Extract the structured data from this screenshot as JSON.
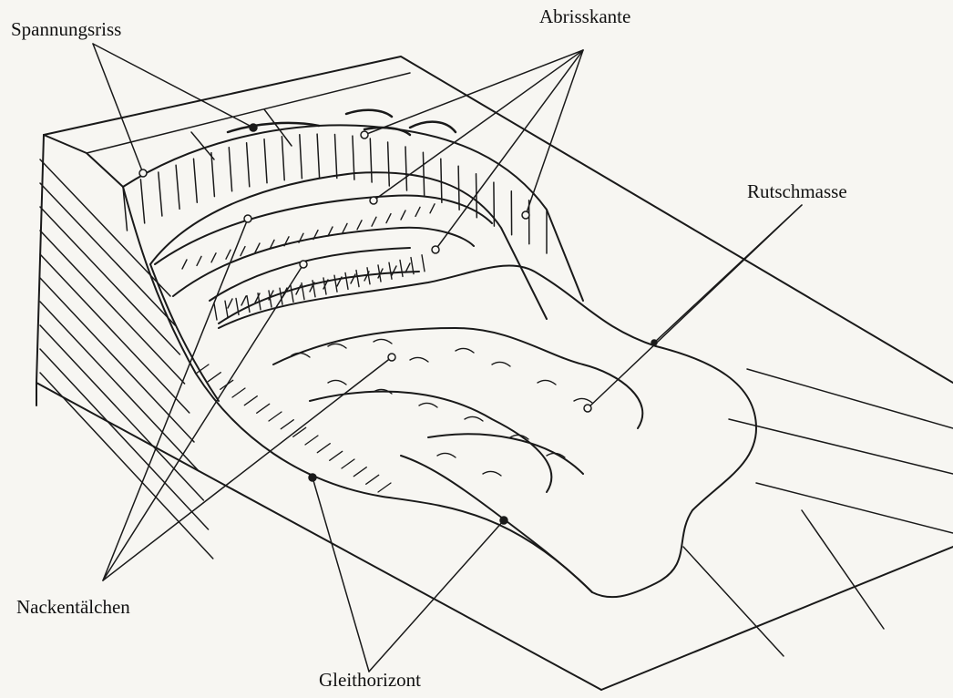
{
  "labels": {
    "spannungsriss": "Spannungsriss",
    "abrisskante": "Abrisskante",
    "rutschmasse": "Rutschmasse",
    "nackentaelchen": "Nackentälchen",
    "gleithorizont": "Gleithorizont"
  },
  "colors": {
    "ink": "#1a1a1a",
    "paper": "#f7f6f2",
    "bleed_text": "#b9b9b6"
  }
}
